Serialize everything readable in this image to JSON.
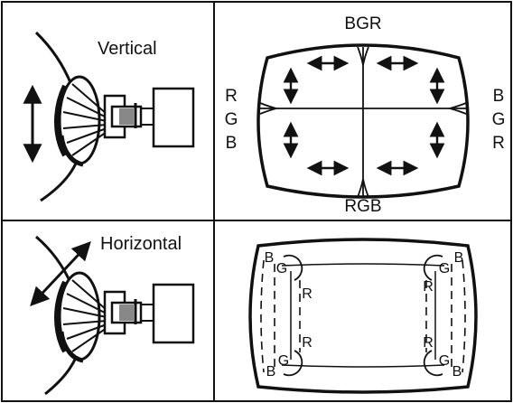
{
  "panels": {
    "vertical": {
      "label": "Vertical",
      "top_label": "BGR",
      "bottom_label": "RGB",
      "left_stack": [
        "R",
        "G",
        "B"
      ],
      "right_stack": [
        "B",
        "G",
        "R"
      ]
    },
    "horizontal": {
      "label": "Horizontal",
      "corner_top_left": [
        "B",
        "G"
      ],
      "corner_top_right": [
        "G",
        "B"
      ],
      "corner_bottom_left": [
        "B",
        "G"
      ],
      "corner_bottom_right": [
        "G",
        "B"
      ],
      "inner_r_top_left": "R",
      "inner_r_top_right": "R",
      "inner_r_bottom_left": "R",
      "inner_r_bottom_right": "R"
    }
  },
  "icons": [
    "crt-neck-assembly-icon",
    "double-arrow-icon"
  ],
  "colors": {
    "ink": "#111111",
    "paper": "#ffffff"
  }
}
